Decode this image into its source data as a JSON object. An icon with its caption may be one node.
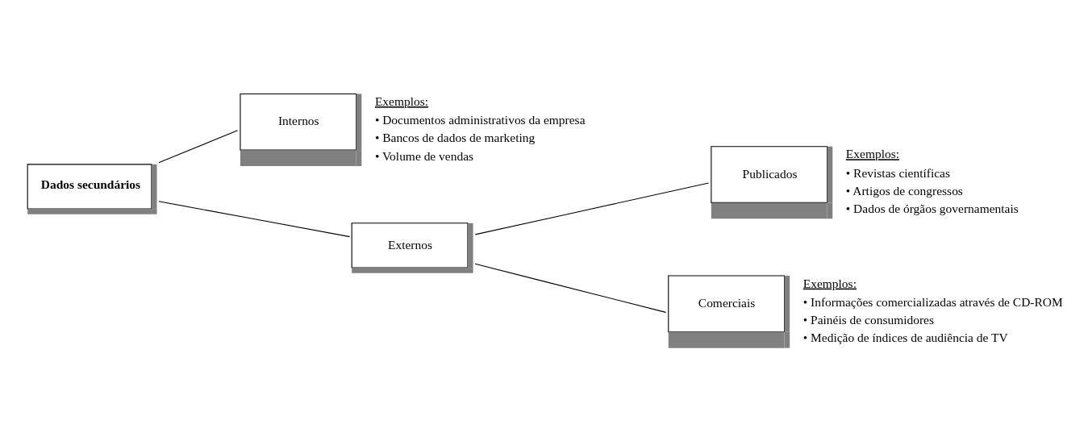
{
  "diagram": {
    "nodes": [
      {
        "text": [
          "Dados secundários"
        ]
      },
      {
        "text": [
          "Internos"
        ],
        "beside": [
          "Exemplos:",
          "• Documentos administrativos da empresa",
          "• Bancos de dados de marketing",
          "• Volume de vendas"
        ]
      },
      {
        "text": [
          "Externos"
        ]
      },
      {
        "text": [
          "Publicados"
        ],
        "beside": [
          "Exemplos:",
          "• Revistas científicas",
          "• Artigos de congressos",
          "• Dados de órgãos governamentais"
        ]
      },
      {
        "text": [
          "Comerciais"
        ],
        "beside": [
          "Exemplos:",
          "• Informações comercializadas através de CD-ROM",
          "• Painéis de consumidores",
          "• Medição de índices de audiência de TV"
        ]
      }
    ],
    "edges": [
      {
        "from": 0,
        "to": 1,
        "arrow": "none"
      },
      {
        "from": 0,
        "to": 2,
        "arrow": "none"
      },
      {
        "from": 2,
        "to": 3,
        "arrow": "none"
      },
      {
        "from": 2,
        "to": 4,
        "arrow": "none"
      }
    ]
  }
}
